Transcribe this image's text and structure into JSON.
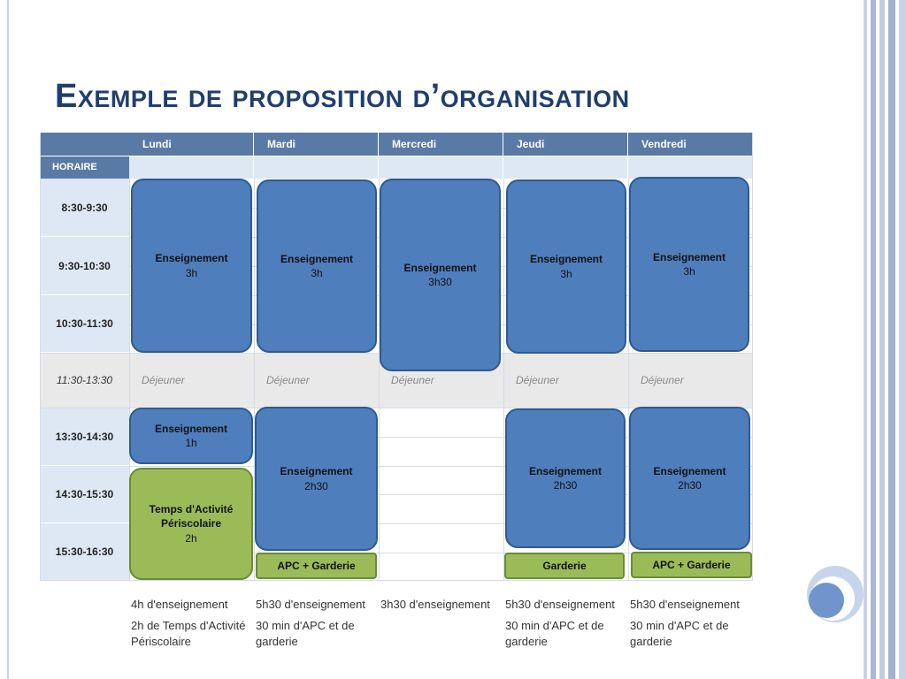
{
  "slide": {
    "title": "Exemple de proposition d’organisation"
  },
  "table": {
    "days": [
      "Lundi",
      "Mardi",
      "Mercredi",
      "Jeudi",
      "Vendredi"
    ],
    "horaire_label": "HORAIRE",
    "times": [
      "8:30-9:30",
      "9:30-10:30",
      "10:30-11:30",
      "11:30-13:30",
      "13:30-14:30",
      "14:30-15:30",
      "15:30-16:30"
    ],
    "lunch_label": "Déjeuner"
  },
  "blocks": {
    "lundi_morning": {
      "label": "Enseignement",
      "duration": "3h"
    },
    "mardi_morning": {
      "label": "Enseignement",
      "duration": "3h"
    },
    "mercredi_morning": {
      "label": "Enseignement",
      "duration": "3h30"
    },
    "jeudi_morning": {
      "label": "Enseignement",
      "duration": "3h"
    },
    "vendredi_morning": {
      "label": "Enseignement",
      "duration": "3h"
    },
    "lundi_afternoon": {
      "label": "Enseignement",
      "duration": "1h"
    },
    "lundi_tap": {
      "label": "Temps d'Activité Périscolaire",
      "duration": "2h"
    },
    "mardi_afternoon": {
      "label": "Enseignement",
      "duration": "2h30"
    },
    "jeudi_afternoon": {
      "label": "Enseignement",
      "duration": "2h30"
    },
    "vendredi_afternoon": {
      "label": "Enseignement",
      "duration": "2h30"
    },
    "mardi_tag": "APC + Garderie",
    "jeudi_tag": "Garderie",
    "vendredi_tag": "APC + Garderie"
  },
  "summary": {
    "lundi": [
      "4h d'enseignement",
      "2h de Temps d'Activité Périscolaire"
    ],
    "mardi": [
      "5h30 d'enseignement",
      "30 min d'APC et de garderie"
    ],
    "mercredi": [
      "3h30 d'enseignement"
    ],
    "jeudi": [
      "5h30 d'enseignement",
      "30 min d'APC et de garderie"
    ],
    "vendredi": [
      "5h30 d'enseignement",
      "30 min d'APC et de garderie"
    ]
  },
  "colors": {
    "title": "#1f3e6e",
    "header": "#5a7aa6",
    "header_light": "#dde8f4",
    "lunch": "#e9e9e9",
    "teaching_block": "#4f7ebd",
    "activity_block": "#9bbb59"
  }
}
